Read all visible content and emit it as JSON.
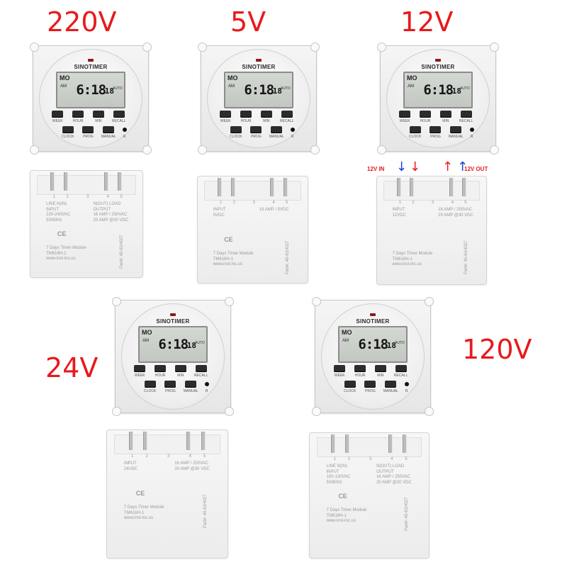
{
  "voltage_labels": {
    "v220": "220V",
    "v5": "5V",
    "v12": "12V",
    "v24": "24V",
    "v120": "120V"
  },
  "front_panel": {
    "brand": "SINOTIMER",
    "display": {
      "day": "MO",
      "ampm": "AM",
      "time": "6:18",
      "seconds": "18",
      "mode": "AUTO"
    },
    "buttons_top": [
      "WEEK",
      "HOUR",
      "MIN",
      "RECALL"
    ],
    "buttons_bottom": [
      "CLOCK",
      "PROG",
      "MANUAL"
    ],
    "reset": "R"
  },
  "back_220v": {
    "terminals": [
      "1",
      "2",
      "3",
      "4",
      "5"
    ],
    "left_lines": [
      "LINE  N(IN)",
      "INPUT",
      "220-240VAC",
      "50/60Hz"
    ],
    "right_lines": [
      "N(OUT)  LOAD",
      "OUTPUT",
      "16 AMP / 250VAC",
      "20 AMP @30 VDC"
    ],
    "module": [
      "7 Days Timer Module",
      "TM616H-1",
      "www.inst-inc.us"
    ],
    "ce": "CE",
    "part": "Part#: 40-61H027"
  },
  "back_5v": {
    "terminals": [
      "1",
      "2",
      "3",
      "4",
      "5"
    ],
    "left_lines": [
      "INPUT",
      "5VDC"
    ],
    "right_lines": [
      "16 AMP / 5VDC"
    ],
    "module": [
      "7 Days Timer Module",
      "TM616H-1",
      "www.inst-inc.us"
    ],
    "ce": "CE",
    "part": "Part#: 40-61H027"
  },
  "back_12v": {
    "terminals": [
      "1",
      "2",
      "3",
      "4",
      "5"
    ],
    "left_lines": [
      "INPUT",
      "12VDC"
    ],
    "right_lines": [
      "16 AMP / 250VAC",
      "20 AMP @30 VDC"
    ],
    "module": [
      "7 Days Timer Module",
      "TM616H-1",
      "www.inst-inc.us"
    ],
    "part": "Part#: 40-61H027",
    "annotation_in": "12V IN",
    "annotation_out": "12V OUT"
  },
  "back_24v": {
    "terminals": [
      "1",
      "2",
      "3",
      "4",
      "5"
    ],
    "left_lines": [
      "INPUT",
      "24VDC"
    ],
    "right_lines": [
      "16 AMP / 250VAC",
      "20 AMP @30 VDC"
    ],
    "module": [
      "7 Days Timer Module",
      "TM616H-1",
      "www.inst-inc.us"
    ],
    "ce": "CE",
    "part": "Part#: 40-61H027"
  },
  "back_120v": {
    "terminals": [
      "1",
      "2",
      "3",
      "4",
      "5"
    ],
    "left_lines": [
      "LINE  N(IN)",
      "INPUT",
      "100-130VAC",
      "50/60Hz"
    ],
    "right_lines": [
      "N(OUT)  LOAD",
      "OUTPUT",
      "16 AMP / 250VAC",
      "20 AMP @30 VDC"
    ],
    "module": [
      "7 Days Timer Module",
      "TM616H-1",
      "www.inst-inc.us"
    ],
    "ce": "CE",
    "part": "Part#: 40-61H027"
  },
  "colors": {
    "label_red": "#e8191c",
    "arrow_red": "#e8191c",
    "arrow_blue": "#1c3fd6",
    "lcd": "#c8cdc7"
  }
}
